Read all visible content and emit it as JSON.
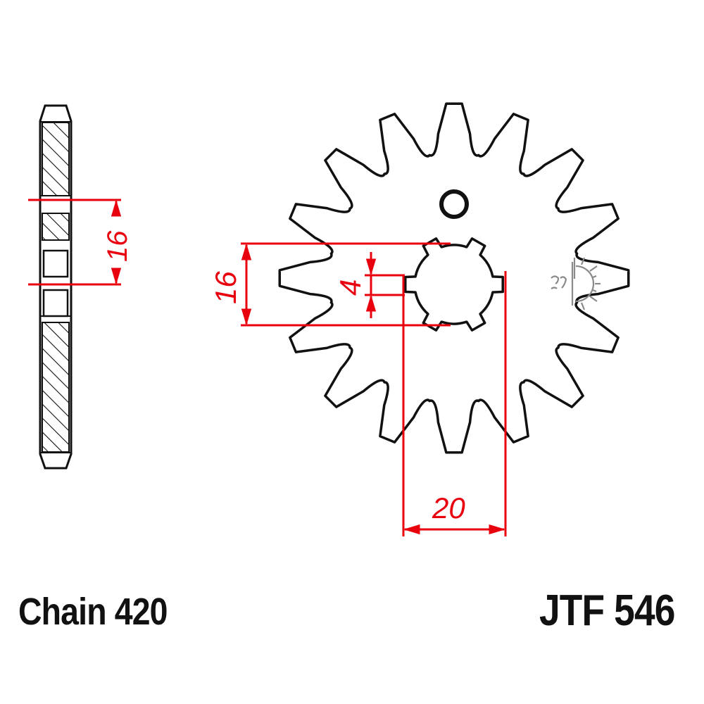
{
  "drawing": {
    "chain_label": "Chain 420",
    "part_number": "JTF 546",
    "teeth_count": 16,
    "spline_count": 6,
    "colors": {
      "outline": "#111111",
      "dimension": "#e8000e",
      "symbol": "#888888",
      "background": "#ffffff"
    }
  },
  "dimensions": {
    "side_thickness": "16",
    "bore_height": "16",
    "spline_width": "4",
    "bore_diameter": "20"
  },
  "symbol": {
    "name": "sun-rotation-direction-symbol"
  }
}
